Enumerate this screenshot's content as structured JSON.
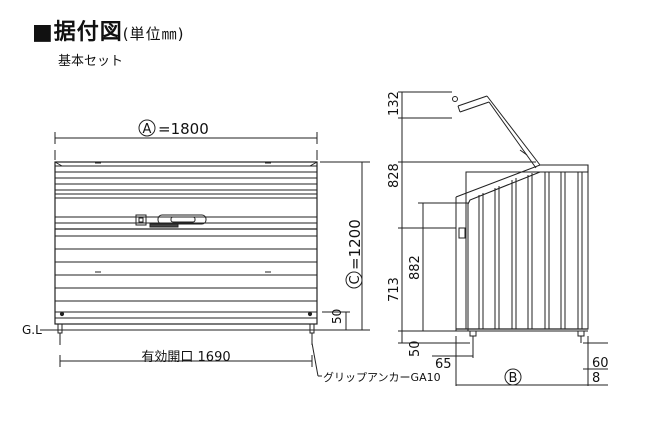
{
  "header": {
    "title": "■据付図",
    "unit": "(単位㎜)",
    "subtitle": "基本セット"
  },
  "front_view": {
    "width_symbol": "A",
    "width_label": "=1800",
    "height_symbol": "C",
    "height_label": "=1200",
    "base_offset": "50",
    "gl_label": "G.L",
    "opening_label": "有効開口 1690",
    "anchor_label": "グリップアンカーGA10"
  },
  "side_view": {
    "dim_132": "132",
    "dim_828": "828",
    "dim_882": "882",
    "dim_713": "713",
    "dim_50": "50",
    "dim_65": "65",
    "dim_60": "60",
    "dim_8": "8",
    "depth_symbol": "B"
  }
}
